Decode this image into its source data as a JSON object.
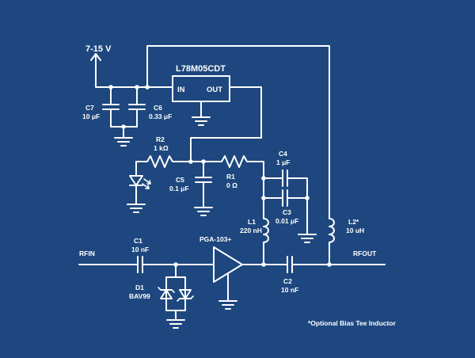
{
  "colors": {
    "background": "#1e477f",
    "ink": "#ffffff"
  },
  "supply_label": "7-15 V",
  "regulator": {
    "part": "L78M05CDT",
    "pin_in": "IN",
    "pin_out": "OUT"
  },
  "components": {
    "c7": {
      "ref": "C7",
      "value": "10 μF"
    },
    "c6": {
      "ref": "C6",
      "value": "0.33 μF"
    },
    "r2": {
      "ref": "R2",
      "value": "1 kΩ"
    },
    "c5": {
      "ref": "C5",
      "value": "0.1 μF"
    },
    "r1": {
      "ref": "R1",
      "value": "0 Ω"
    },
    "c4": {
      "ref": "C4",
      "value": "1 μF"
    },
    "c3": {
      "ref": "C3",
      "value": "0.01 μF"
    },
    "l1": {
      "ref": "L1",
      "value": "220 nH"
    },
    "l2": {
      "ref": "L2*",
      "value": "10 uH"
    },
    "c1": {
      "ref": "C1",
      "value": "10 nF"
    },
    "c2": {
      "ref": "C2",
      "value": "10 nF"
    },
    "d1": {
      "ref": "D1",
      "value": "BAV99"
    },
    "amp": {
      "part": "PGA-103+"
    }
  },
  "ports": {
    "rfin": "RFIN",
    "rfout": "RFOUT"
  },
  "footnote": "*Optional Bias Tee Inductor"
}
